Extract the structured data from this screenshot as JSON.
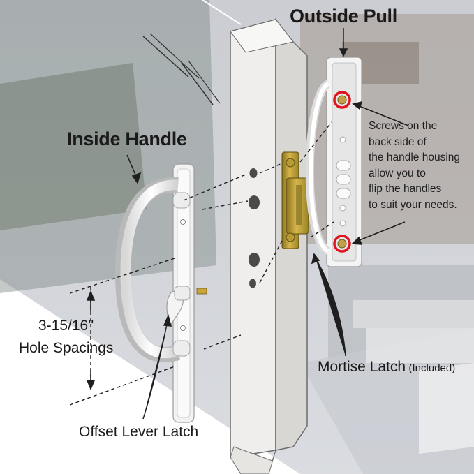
{
  "labels": {
    "outside_pull": "Outside Pull",
    "inside_handle": "Inside Handle",
    "screws_note": [
      "Screws on the",
      "back side of",
      "the handle housing",
      "allow you to",
      "flip the handles",
      "to suit your needs."
    ],
    "hole_spacing_value": "3-15/16''",
    "hole_spacing_text": "Hole Spacings",
    "mortise_latch": "Mortise Latch",
    "mortise_latch_note": "(Included)",
    "offset_lever_latch": "Offset Lever Latch"
  },
  "colors": {
    "highlight_ring": "#e0141e",
    "hardware_brass": "#c9a53c",
    "door_edge": "#e9e8e6",
    "label_text": "#1a1a1a"
  }
}
